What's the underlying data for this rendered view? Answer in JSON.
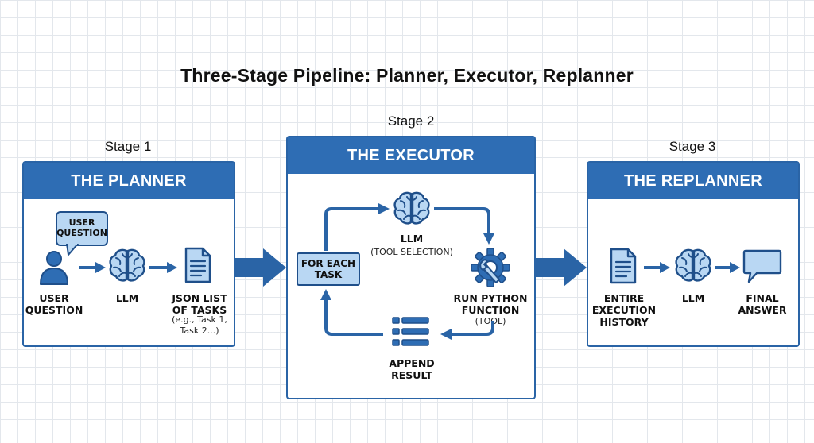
{
  "title": "Three-Stage Pipeline: Planner, Executor, Replanner",
  "stages": {
    "planner": {
      "stage_label": "Stage 1",
      "header": "THE PLANNER",
      "bubble": "USER QUESTION",
      "user_label": "USER QUESTION",
      "llm_label": "LLM",
      "tasks_label": "JSON LIST OF TASKS",
      "tasks_example": "(e.g., Task 1, Task 2...)"
    },
    "executor": {
      "stage_label": "Stage 2",
      "header": "THE EXECUTOR",
      "loop_box": "FOR EACH TASK",
      "llm_label": "LLM",
      "llm_sub": "(TOOL SELECTION)",
      "run_label": "RUN PYTHON FUNCTION",
      "run_sub": "(TOOL)",
      "append_label": "APPEND RESULT"
    },
    "replanner": {
      "stage_label": "Stage 3",
      "header": "THE REPLANNER",
      "history_label": "ENTIRE EXECUTION HISTORY",
      "llm_label": "LLM",
      "answer_label": "FINAL ANSWER"
    }
  },
  "icons": [
    "user-icon",
    "brain-icon",
    "document-icon",
    "gear-wrench-icon",
    "list-icon",
    "chat-bubble-icon",
    "arrow-icon"
  ],
  "colors": {
    "accent": "#2e6db4",
    "border": "#2a64a6",
    "icon_fill": "#b9d7f3",
    "icon_stroke": "#1f4f8a",
    "arrow": "#2a64a6"
  }
}
